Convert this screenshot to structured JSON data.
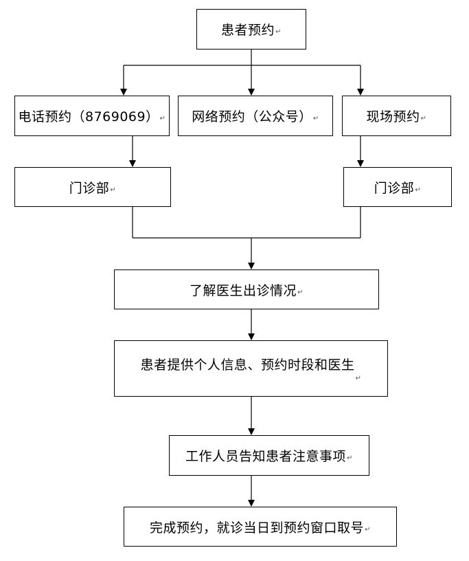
{
  "return_mark": "↵",
  "steps": {
    "patient_appointment": "患者预约",
    "phone_appointment": "电话预约（8769069）",
    "online_appointment": "网络预约（公众号）",
    "onsite_appointment": "现场预约",
    "outpatient_left": "门诊部",
    "outpatient_right": "门诊部",
    "learn_schedule": "了解医生出诊情况",
    "provide_info": "患者提供个人信息、预约时段和医生",
    "staff_notify": "工作人员告知患者注意事项",
    "complete": "完成预约，就诊当日到预约窗口取号"
  }
}
